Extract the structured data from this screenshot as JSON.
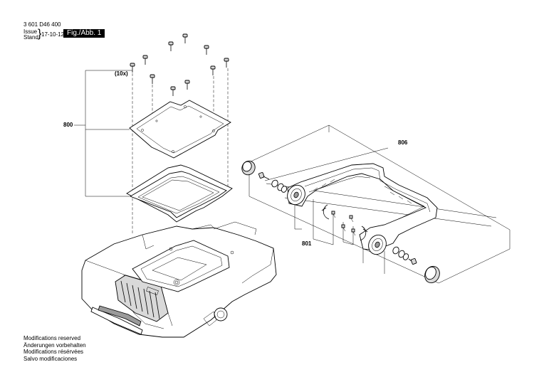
{
  "header": {
    "part_number": "3 601 D46 400",
    "issue_label": "Issue",
    "stand_label": "Stand",
    "date": "17-10-12",
    "figure_label": "Fig./Abb. 1"
  },
  "callouts": {
    "screw_qty": "(10x)",
    "frame_set": "800",
    "bracket_set": "806",
    "knob_set": "801"
  },
  "footer": {
    "lines": [
      "Modifications reserved",
      "Änderungen vorbehalten",
      "Modifications résérvées",
      "Salvo modificaciones"
    ]
  }
}
